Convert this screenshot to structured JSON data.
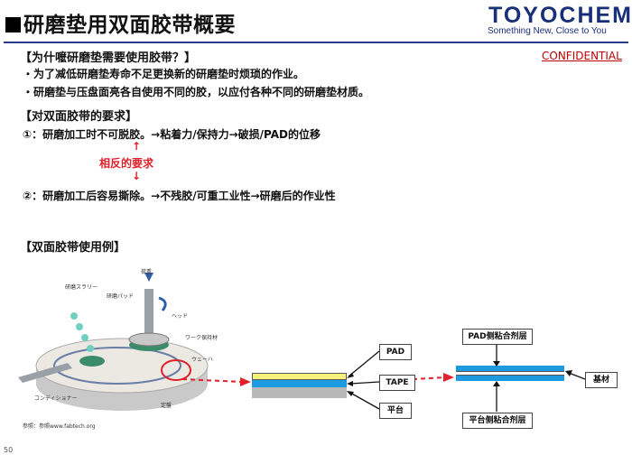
{
  "header": {
    "title": "研磨垫用双面胶带概要",
    "logo": "TOYOCHEM",
    "tagline": "Something New, Close to You",
    "confidential": "CONFIDENTIAL"
  },
  "section1": {
    "heading": "【为什嚒研磨垫需要使用胶带？】",
    "bullets": [
      "・为了减低研磨垫寿命不足更换新的研磨垫时烦琐的作业。",
      "・研磨垫与压盘面亮各自使用不同的胶，以应付各种不同的研磨垫材质。"
    ]
  },
  "section2": {
    "heading": "【对双面胶带的要求】",
    "item1": "①：研磨加工时不可脱胶。→粘着力/保持力→破损/PAD的位移",
    "contrary_label": "相反的要求",
    "item2": "②：研磨加工后容易撕除。→不残胶/可重工业性→研磨后的作业性"
  },
  "section3": {
    "heading": "【双面胶带使用例】"
  },
  "diagram": {
    "labels_jp": {
      "load": "荷重",
      "slurry": "研磨スラリー",
      "pad": "研磨パッド",
      "head": "ヘッド",
      "work_holder": "ワーク保持材",
      "wafer": "ウェーハ",
      "conditioner": "コンディショナー",
      "platen": "定盤"
    },
    "reference": "参照：参照www.fabtech.org",
    "layers": {
      "pad": "PAD",
      "tape": "TAPE",
      "platen": "平台"
    },
    "tape_detail": {
      "pad_side_adhesive": "PAD侧粘合剂层",
      "base_material": "基材",
      "platen_side_adhesive": "平台侧粘合剂层"
    },
    "colors": {
      "pad": "#f7f07a",
      "tape": "#1e9be0",
      "platen": "#b8b8b8",
      "arrow_red": "#e0202a"
    }
  },
  "footer": {
    "page": "50"
  }
}
